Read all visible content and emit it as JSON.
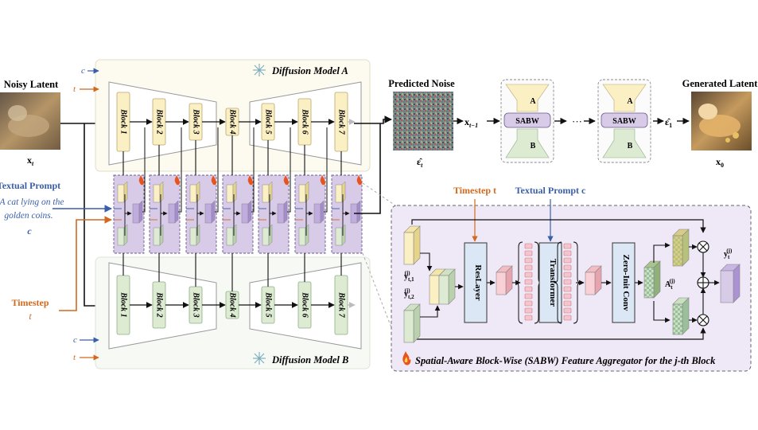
{
  "left": {
    "noisy_latent_label": "Noisy Latent",
    "noisy_latent_symbol": "x",
    "noisy_latent_sub": "t",
    "textual_prompt_label": "Textual Prompt",
    "prompt_line1": "A cat lying on the",
    "prompt_line2": "golden coins.",
    "prompt_symbol": "c",
    "timestep_label": "Timestep",
    "timestep_symbol": "t"
  },
  "model_a": {
    "title": "Diffusion Model A",
    "inputs": [
      "c",
      "t"
    ],
    "blocks": [
      "Block 1",
      "Block 2",
      "Block 3",
      "Block 4",
      "Block 5",
      "Block 6",
      "Block 7"
    ]
  },
  "model_b": {
    "title": "Diffusion Model B",
    "inputs": [
      "c",
      "t"
    ],
    "blocks": [
      "Block 1",
      "Block 2",
      "Block 3",
      "Block 4",
      "Block 5",
      "Block 6",
      "Block 7"
    ]
  },
  "right": {
    "predicted_noise_label": "Predicted Noise",
    "eps_symbol": "ε̂",
    "eps_sub": "t",
    "x_prev": "x",
    "x_prev_sub": "t−1",
    "mini_a": "A",
    "mini_b": "B",
    "sabw": "SABW",
    "ellipsis": "···",
    "eps1": "ε̂",
    "eps1_sub": "1",
    "generated_label": "Generated Latent",
    "x0": "x",
    "x0_sub": "0"
  },
  "detail": {
    "timestep_label": "Timestep t",
    "prompt_label": "Textual Prompt c",
    "y1": "y",
    "y1_sub": "t,1",
    "y1_sup": "(j)",
    "y2": "y",
    "y2_sub": "t,2",
    "y2_sup": "(j)",
    "reslayer": "ResLayer",
    "transformer": "Transformer",
    "zero_init": "Zero-Init Conv",
    "a_label": "A",
    "a_sub": "t",
    "a_sup": "(j)",
    "out_label": "y",
    "out_sub": "t",
    "out_sup": "(j)",
    "caption": "Spatial-Aware Block-Wise (SABW) Feature Aggregator for the j-th Block"
  },
  "colors": {
    "accent_orange": "#d2691e",
    "accent_blue": "#3a5fa8",
    "block_a": "#fbf0c4",
    "block_b": "#dcebd2",
    "sabw_purple": "#d8cbe8",
    "detail_bg": "#efe8f6"
  },
  "icons": [
    "snowflake-icon",
    "flame-icon",
    "multiply-icon",
    "add-icon"
  ]
}
